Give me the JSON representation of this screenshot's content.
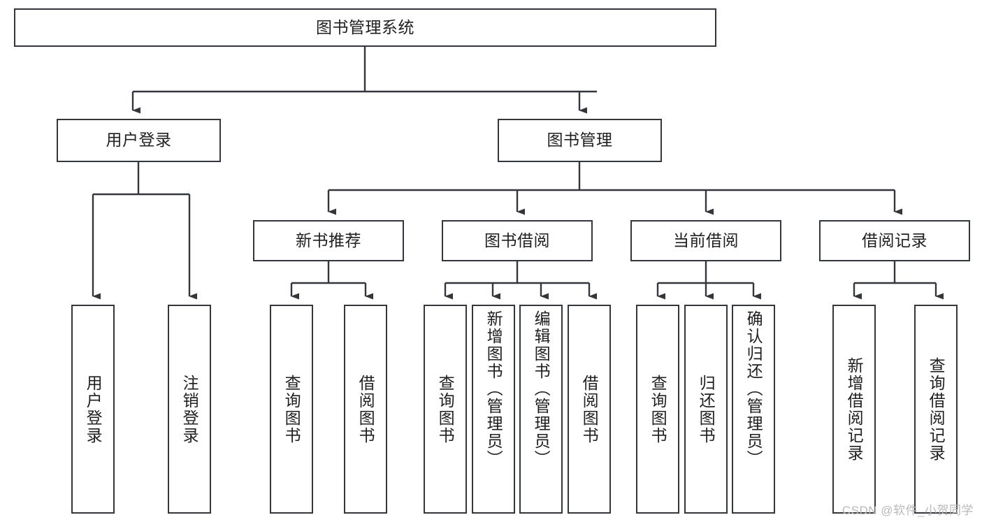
{
  "diagram": {
    "title": "图书管理系统",
    "watermark": "CSDN @软件_小贺同学",
    "stroke_color": "#33363a",
    "text_color": "#1f1f1f",
    "background_color": "#ffffff",
    "nodes": {
      "root": "图书管理系统",
      "level2": {
        "user_login": "用户登录",
        "book_manage": "图书管理"
      },
      "level3": {
        "new_book_recommend": "新书推荐",
        "book_borrow": "图书借阅",
        "current_borrow": "当前借阅",
        "borrow_record": "借阅记录"
      },
      "leaves": {
        "user_login_leaf": "用户登录",
        "logout_leaf": "注销登录",
        "query_book_a": "查询图书",
        "borrow_book_a": "借阅图书",
        "query_book_b": "查询图书",
        "add_book_admin": "新增图书（管理员）",
        "edit_book_admin": "编辑图书（管理员）",
        "borrow_book_b": "借阅图书",
        "query_book_c": "查询图书",
        "return_book": "归还图书",
        "confirm_return_admin": "确认归还（管理员）",
        "add_borrow_record": "新增借阅记录",
        "query_borrow_record": "查询借阅记录"
      }
    }
  },
  "chart_data": {
    "type": "diagram",
    "title": "图书管理系统",
    "layout": "tree",
    "levels": [
      {
        "level": 1,
        "nodes": [
          "图书管理系统"
        ]
      },
      {
        "level": 2,
        "nodes": [
          "用户登录",
          "图书管理"
        ]
      },
      {
        "level": 3,
        "nodes": [
          "新书推荐",
          "图书借阅",
          "当前借阅",
          "借阅记录"
        ]
      },
      {
        "level": 4,
        "nodes": [
          "用户登录",
          "注销登录",
          "查询图书",
          "借阅图书",
          "查询图书",
          "新增图书（管理员）",
          "编辑图书（管理员）",
          "借阅图书",
          "查询图书",
          "归还图书",
          "确认归还（管理员）",
          "新增借阅记录",
          "查询借阅记录"
        ]
      }
    ],
    "edges": [
      {
        "from": "图书管理系统",
        "to": "用户登录"
      },
      {
        "from": "图书管理系统",
        "to": "图书管理"
      },
      {
        "from": "用户登录",
        "to": "用户登录"
      },
      {
        "from": "用户登录",
        "to": "注销登录"
      },
      {
        "from": "图书管理",
        "to": "新书推荐"
      },
      {
        "from": "图书管理",
        "to": "图书借阅"
      },
      {
        "from": "图书管理",
        "to": "当前借阅"
      },
      {
        "from": "图书管理",
        "to": "借阅记录"
      },
      {
        "from": "新书推荐",
        "to": "查询图书"
      },
      {
        "from": "新书推荐",
        "to": "借阅图书"
      },
      {
        "from": "图书借阅",
        "to": "查询图书"
      },
      {
        "from": "图书借阅",
        "to": "新增图书（管理员）"
      },
      {
        "from": "图书借阅",
        "to": "编辑图书（管理员）"
      },
      {
        "from": "图书借阅",
        "to": "借阅图书"
      },
      {
        "from": "当前借阅",
        "to": "查询图书"
      },
      {
        "from": "当前借阅",
        "to": "归还图书"
      },
      {
        "from": "当前借阅",
        "to": "确认归还（管理员）"
      },
      {
        "from": "借阅记录",
        "to": "新增借阅记录"
      },
      {
        "from": "借阅记录",
        "to": "查询借阅记录"
      }
    ]
  }
}
